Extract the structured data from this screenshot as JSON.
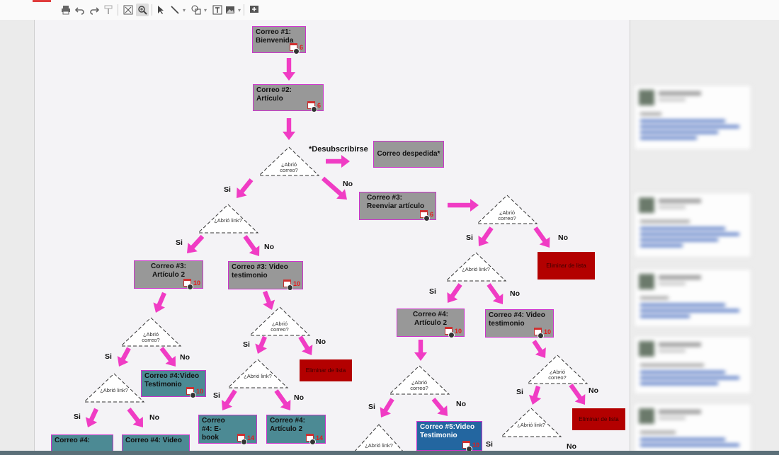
{
  "toolbar": {
    "icons": [
      "print-icon",
      "undo-icon",
      "redo-icon",
      "paint-format-icon",
      "fit-icon",
      "zoom-icon",
      "select-icon",
      "line-icon",
      "shape-icon",
      "textbox-icon",
      "image-icon",
      "comment-icon"
    ]
  },
  "colors": {
    "arrow": "#f03cc4",
    "node_border": "#cc33cc",
    "gray": "#989898",
    "teal": "#4c8a94",
    "blue": "#2366a0",
    "red": "#b30000",
    "badge_num": "#e21b1b"
  },
  "diagram": {
    "nodes": [
      {
        "id": "n1",
        "style": "gray",
        "text": "Correo #1: Bienvenida",
        "badge": "6"
      },
      {
        "id": "n2",
        "style": "gray",
        "text": "Correo #2: Artículo",
        "badge": "6"
      },
      {
        "id": "n3",
        "style": "gray",
        "text": "Correo despedida*"
      },
      {
        "id": "n4",
        "style": "gray",
        "text": "Correo #3: Reenviar artículo",
        "badge": "6"
      },
      {
        "id": "n5",
        "style": "gray",
        "text": "Correo #3: Artículo 2",
        "badge": "10"
      },
      {
        "id": "n6",
        "style": "gray",
        "text": "Correo #3: Video testimonio",
        "badge": "10"
      },
      {
        "id": "n7",
        "style": "teal",
        "text": "Correo #4:Video Testimonio",
        "badge": "10"
      },
      {
        "id": "n8",
        "style": "red",
        "text": "Eliminar de lista"
      },
      {
        "id": "n9",
        "style": "red",
        "text": "Eliminar de lista"
      },
      {
        "id": "n10",
        "style": "gray",
        "text": "Correo #4: Artículo 2",
        "badge": "10"
      },
      {
        "id": "n11",
        "style": "gray",
        "text": "Correo #4: Video testimonio",
        "badge": "10"
      },
      {
        "id": "n12",
        "style": "teal",
        "text": "Correo #4: E-book",
        "badge": "14"
      },
      {
        "id": "n13",
        "style": "teal",
        "text": "Correo #4: Artículo 2",
        "badge": "14"
      },
      {
        "id": "n14",
        "style": "blue",
        "text": "Correo #5:Video Testimonio",
        "badge": "10"
      },
      {
        "id": "n15",
        "style": "red",
        "text": "Eliminar de lista"
      },
      {
        "id": "n16",
        "style": "teal",
        "text": "Correo #4:"
      },
      {
        "id": "n17",
        "style": "teal",
        "text": "Correo #4: Video"
      }
    ],
    "decisions": [
      {
        "id": "d1",
        "text": "¿Abrió correo?"
      },
      {
        "id": "d2",
        "text": "¿Abrió link?"
      },
      {
        "id": "d3",
        "text": "¿Abrió correo?"
      },
      {
        "id": "d4",
        "text": "¿Abrió link?"
      },
      {
        "id": "d5",
        "text": "¿Abrió correo?"
      },
      {
        "id": "d6",
        "text": "¿Abrió link?"
      },
      {
        "id": "d7",
        "text": "¿Abrió correo?"
      },
      {
        "id": "d8",
        "text": "¿Abrió link?"
      },
      {
        "id": "d9",
        "text": "¿Abrió correo?"
      },
      {
        "id": "d10",
        "text": "¿Abrió correo?"
      },
      {
        "id": "d11",
        "text": "¿Abrió link?"
      },
      {
        "id": "d12",
        "text": "¿Abrió link?"
      }
    ],
    "labels": {
      "unsub": "*Desubscribirse",
      "si": "Si",
      "no": "No"
    }
  }
}
